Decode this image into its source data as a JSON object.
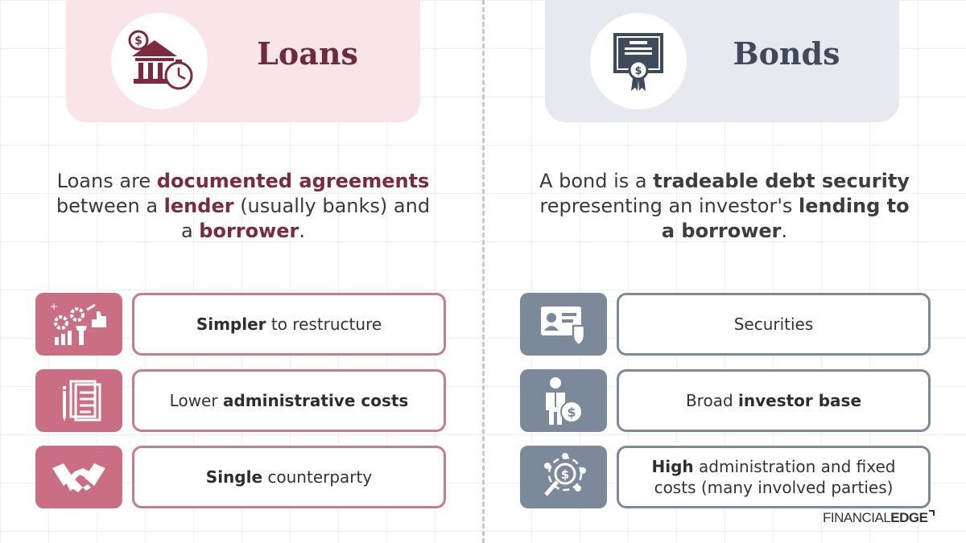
{
  "loans": {
    "title": "Loans",
    "description": [
      {
        "t": "Loans are ",
        "b": false
      },
      {
        "t": "documented agreements",
        "b": true
      },
      {
        "t": " between a ",
        "b": false
      },
      {
        "t": "lender",
        "b": true
      },
      {
        "t": " (usually banks) and a ",
        "b": false
      },
      {
        "t": "borrower",
        "b": true
      },
      {
        "t": ".",
        "b": false
      }
    ],
    "features": [
      {
        "icon": "tools-growth-icon",
        "parts": [
          {
            "t": "Simpler",
            "b": true
          },
          {
            "t": " to restructure",
            "b": false
          }
        ]
      },
      {
        "icon": "document-icon",
        "parts": [
          {
            "t": "Lower ",
            "b": false
          },
          {
            "t": "administrative costs",
            "b": true
          }
        ]
      },
      {
        "icon": "handshake-icon",
        "parts": [
          {
            "t": "Single",
            "b": true
          },
          {
            "t": " counterparty",
            "b": false
          }
        ]
      }
    ]
  },
  "bonds": {
    "title": "Bonds",
    "description": [
      {
        "t": "A bond is a ",
        "b": false
      },
      {
        "t": "tradeable debt security",
        "b": true
      },
      {
        "t": " representing an investor's ",
        "b": false
      },
      {
        "t": "lending to a borrower",
        "b": true
      },
      {
        "t": ".",
        "b": false
      }
    ],
    "features": [
      {
        "icon": "id-card-shield-icon",
        "parts": [
          {
            "t": "Securities",
            "b": false
          }
        ]
      },
      {
        "icon": "investor-money-icon",
        "parts": [
          {
            "t": "Broad ",
            "b": false
          },
          {
            "t": "investor base",
            "b": true
          }
        ]
      },
      {
        "icon": "network-dollar-icon",
        "parts": [
          {
            "t": "High",
            "b": true
          },
          {
            "t": " administration and fixed costs (many involved parties)",
            "b": false
          }
        ]
      }
    ]
  },
  "logo": {
    "brand": "FINANCIAL",
    "suffix": "EDGE"
  },
  "colors": {
    "loans_accent": "#7b2a40",
    "loans_box": "#c96e83",
    "bonds_accent": "#3f4a5a",
    "bonds_box": "#7c899b"
  }
}
